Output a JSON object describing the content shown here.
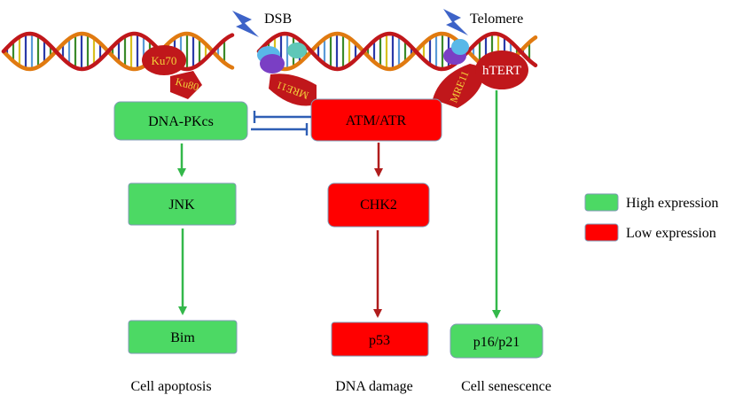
{
  "colors": {
    "high": "#4cd964",
    "low": "#ff0000",
    "green_arrow": "#33b84a",
    "red_arrow": "#b01c1c",
    "inhibit": "#2f5fb5",
    "protein": "#c0171b",
    "protein_text": "#f3d23a"
  },
  "labels": {
    "dsb": "DSB",
    "telomere": "Telomere",
    "ku70": "Ku70",
    "ku80": "Ku80",
    "mre11_left": "MRE11",
    "mre11_right": "MRE11",
    "htert": "hTERT"
  },
  "nodes": {
    "dna_pkcs": "DNA-PKcs",
    "atm_atr": "ATM/ATR",
    "jnk": "JNK",
    "chk2": "CHK2",
    "bim": "Bim",
    "p53": "p53",
    "p16p21": "p16/p21"
  },
  "outcomes": {
    "apoptosis": "Cell apoptosis",
    "damage": "DNA damage",
    "senescence": "Cell senescence"
  },
  "legend": {
    "high": "High expression",
    "low": "Low expression"
  },
  "icons": [
    "lightning-bolt-icon",
    "dna-helix-icon"
  ]
}
